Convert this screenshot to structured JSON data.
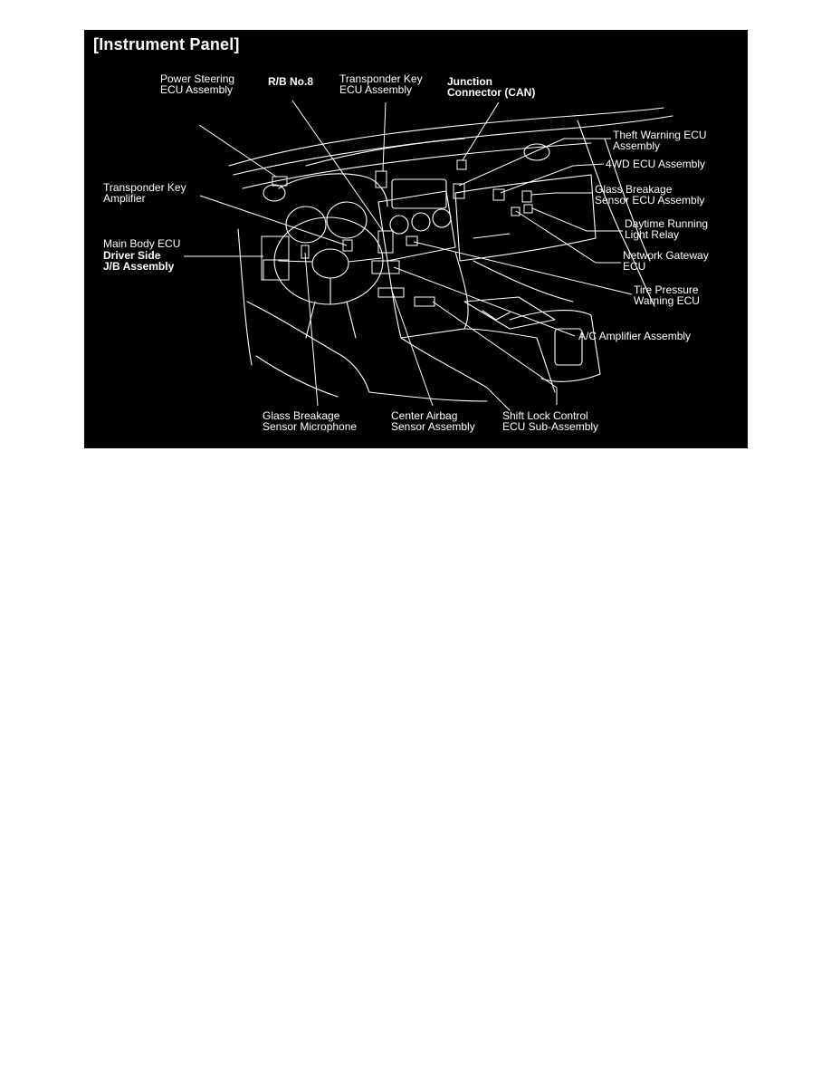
{
  "title": "[Instrument Panel]",
  "labels": {
    "power_steering": [
      "Power Steering",
      "ECU Assembly"
    ],
    "rb_no8": [
      "R/B No.8"
    ],
    "transponder_ecu": [
      "Transponder Key",
      "ECU Assembly"
    ],
    "junction_connector": [
      "Junction",
      "Connector (CAN)"
    ],
    "theft_warning": [
      "Theft Warning ECU",
      "Assembly"
    ],
    "fourwd_ecu": [
      "4WD ECU Assembly"
    ],
    "glass_breakage_sensor": [
      "Glass Breakage",
      "Sensor ECU Assembly"
    ],
    "daytime_running": [
      "Daytime Running",
      "Light Relay"
    ],
    "network_gateway": [
      "Network Gateway",
      "ECU"
    ],
    "tire_pressure": [
      "Tire Pressure",
      "Warning ECU"
    ],
    "ac_amplifier": [
      "A/C Amplifier Assembly"
    ],
    "shift_lock": [
      "Shift Lock Control",
      "ECU Sub-Assembly"
    ],
    "center_airbag": [
      "Center Airbag",
      "Sensor Assembly"
    ],
    "glass_microphone": [
      "Glass Breakage",
      "Sensor Microphone"
    ],
    "main_body_ecu": [
      "Main Body ECU"
    ],
    "driver_side_jb": [
      "Driver Side",
      "J/B Assembly"
    ],
    "transponder_amp": [
      "Transponder Key",
      "Amplifier"
    ]
  },
  "colors": {
    "background": "#000000",
    "ink": "#ffffff",
    "page": "#ffffff"
  }
}
